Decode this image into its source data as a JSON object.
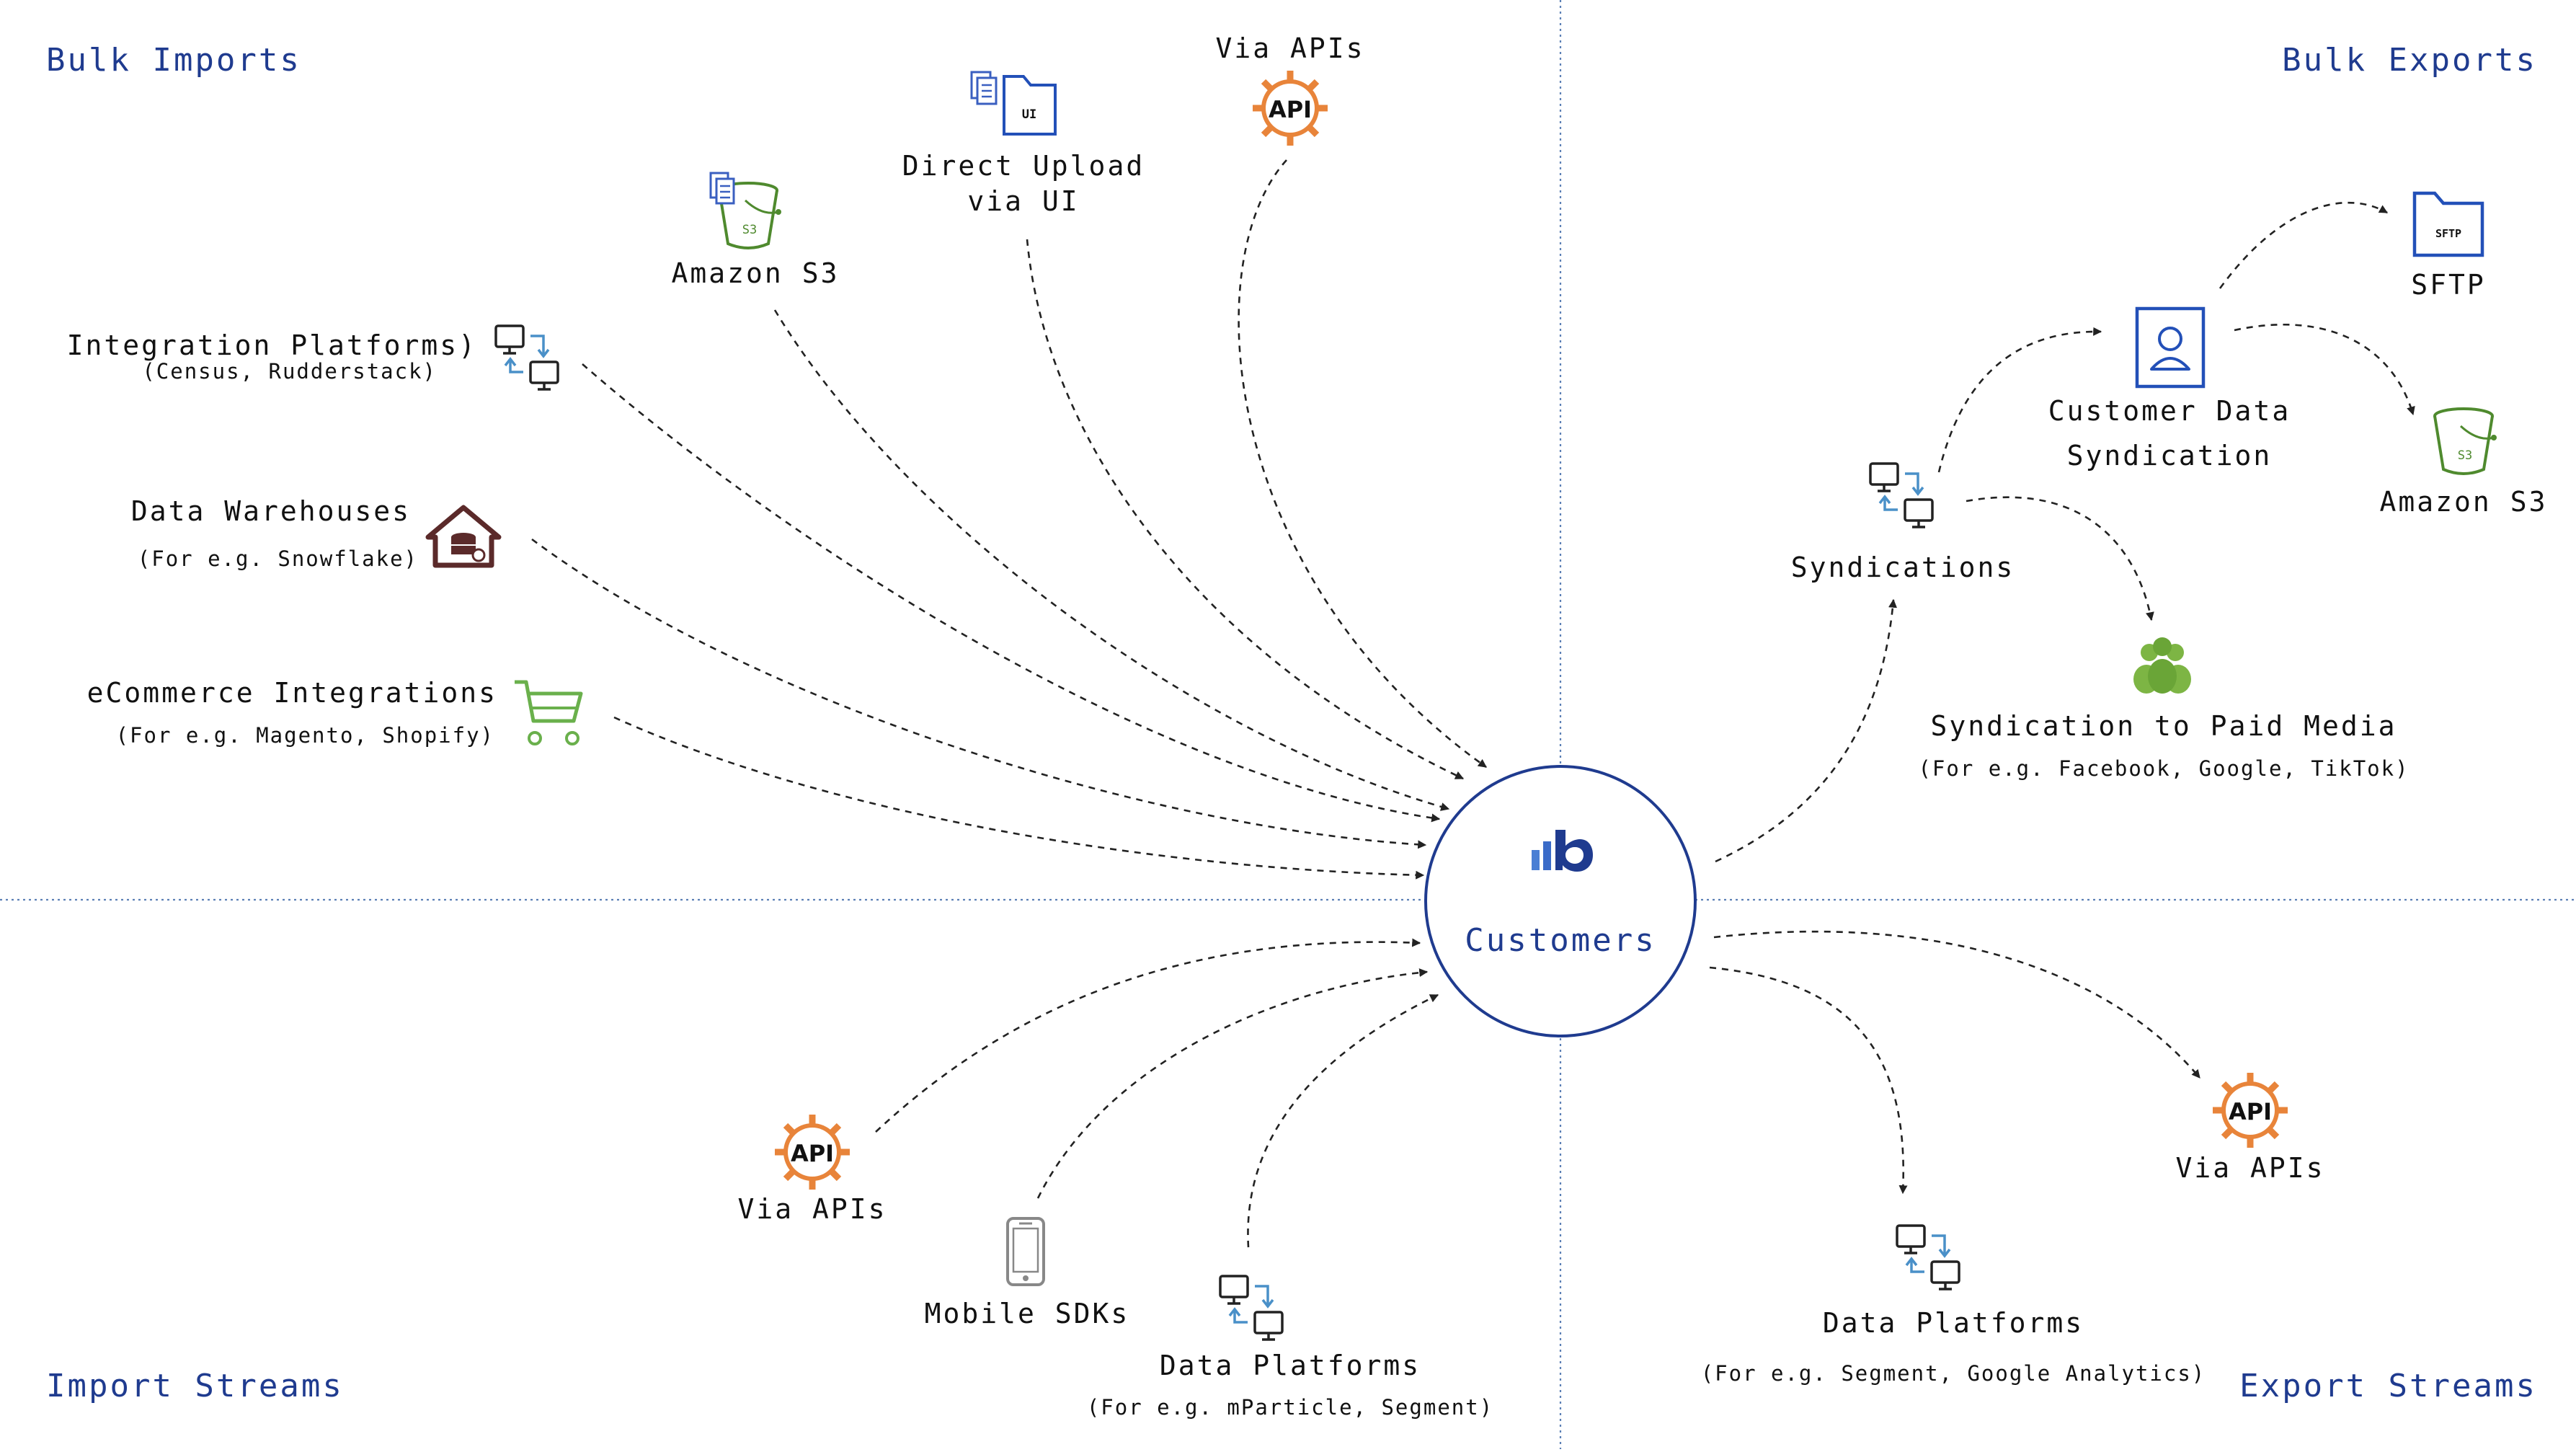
{
  "quadrants": {
    "bulk_imports": "Bulk Imports",
    "bulk_exports": "Bulk Exports",
    "import_streams": "Import Streams",
    "export_streams": "Export Streams"
  },
  "hub": {
    "label": "Customers",
    "logo": "bloomreach-b-logo",
    "color": "#1f3b8f"
  },
  "sources": {
    "api_top": "Via APIs",
    "direct_upload": "Direct Upload\nvia UI",
    "amazon_s3": "Amazon S3",
    "integration_platforms": "Integration Platforms)",
    "integration_platforms_sub": "(Census, Rudderstack)",
    "data_warehouses": "Data Warehouses",
    "data_warehouses_sub": "(For e.g. Snowflake)",
    "ecommerce": "eCommerce Integrations",
    "ecommerce_sub": "(For e.g. Magento, Shopify)",
    "api_bottom": "Via APIs",
    "mobile_sdks": "Mobile SDKs",
    "data_platforms": "Data Platforms",
    "data_platforms_sub": "(For e.g. mParticle, Segment)"
  },
  "destinations": {
    "syndications": "Syndications",
    "customer_data_syndication": "Customer Data\nSyndication",
    "sftp": "SFTP",
    "amazon_s3": "Amazon S3",
    "paid_media": "Syndication to Paid Media",
    "paid_media_sub": "(For e.g. Facebook, Google, TikTok)",
    "data_platforms": "Data Platforms",
    "data_platforms_sub": "(For e.g. Segment, Google Analytics)",
    "api": "Via APIs"
  },
  "icons": {
    "api_badge": "API",
    "ui_badge": "UI",
    "s3_badge": "S3",
    "sftp_badge": "SFTP"
  },
  "colors": {
    "accent_blue": "#1f3b8f",
    "api_orange": "#e8843a",
    "s3_green": "#4f8a2e",
    "ecommerce_green": "#6ab04c",
    "people_green": "#7db544",
    "warehouse_brown": "#5b2a2a",
    "sync_arrow_blue": "#4a90c8"
  }
}
